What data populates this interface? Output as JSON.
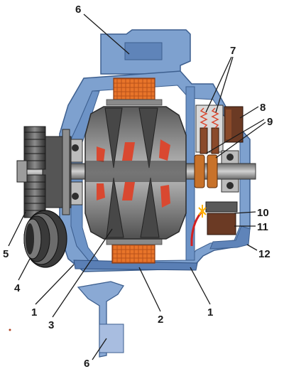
{
  "diagram": {
    "callouts": [
      {
        "id": "callout-6-top",
        "text": "6"
      },
      {
        "id": "callout-7",
        "text": "7"
      },
      {
        "id": "callout-8",
        "text": "8"
      },
      {
        "id": "callout-9",
        "text": "9"
      },
      {
        "id": "callout-10",
        "text": "10"
      },
      {
        "id": "callout-11",
        "text": "11"
      },
      {
        "id": "callout-12",
        "text": "12"
      },
      {
        "id": "callout-5",
        "text": "5"
      },
      {
        "id": "callout-4",
        "text": "4"
      },
      {
        "id": "callout-1-left",
        "text": "1"
      },
      {
        "id": "callout-3",
        "text": "3"
      },
      {
        "id": "callout-2",
        "text": "2"
      },
      {
        "id": "callout-1-right",
        "text": "1"
      },
      {
        "id": "callout-6-bottom",
        "text": "6"
      }
    ]
  },
  "colors": {
    "housing": "#7ea1cf",
    "housing_dark": "#4f77ad",
    "cavity": "#ffffff",
    "winding": "#e8742a",
    "rotor": "#6e6e6e",
    "rotor_light": "#a9a9a9",
    "rotor_red": "#d94830",
    "shaft": "#4a4a4a",
    "brush": "#8a4a2a",
    "wire": "#d42020",
    "steel": "#9a9a9a"
  }
}
